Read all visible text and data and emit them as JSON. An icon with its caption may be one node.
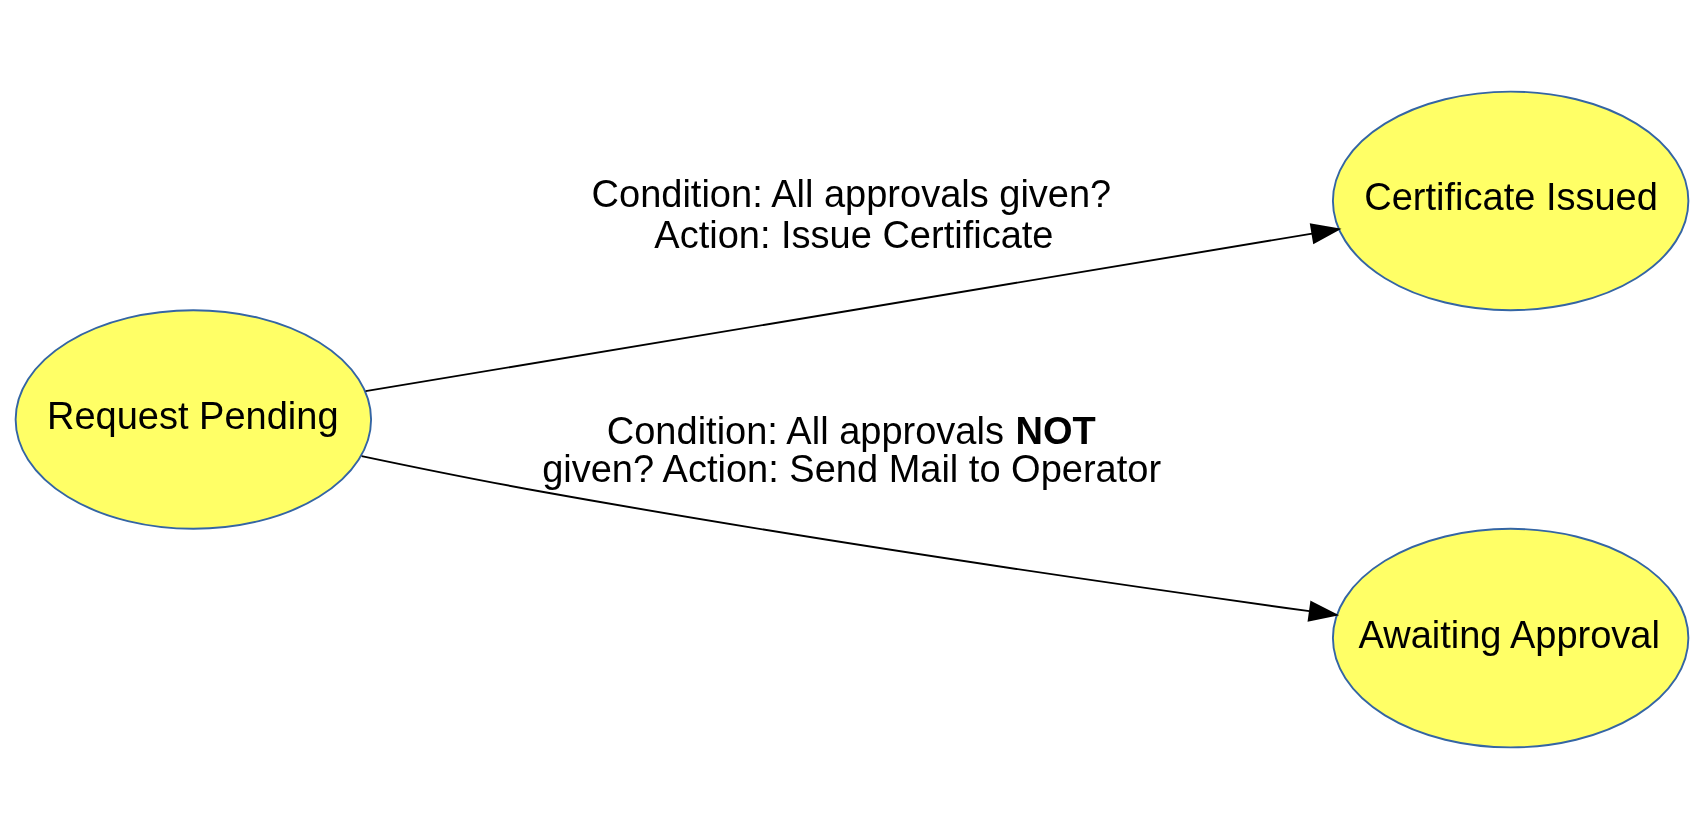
{
  "diagram": {
    "nodes": [
      {
        "text": [
          "Request Pending"
        ]
      },
      {
        "text": [
          "Certificate Issued"
        ]
      },
      {
        "text": [
          "Awaiting Approval"
        ]
      }
    ],
    "edges": [
      {
        "from": 0,
        "to": 1,
        "arrow": "to",
        "label": "Condition: All approvals given? Action: Issue Certificate"
      },
      {
        "from": 0,
        "to": 2,
        "arrow": "to",
        "label": "Condition: All approvals **NOT** given? Action: Send Mail to Operator"
      }
    ]
  }
}
